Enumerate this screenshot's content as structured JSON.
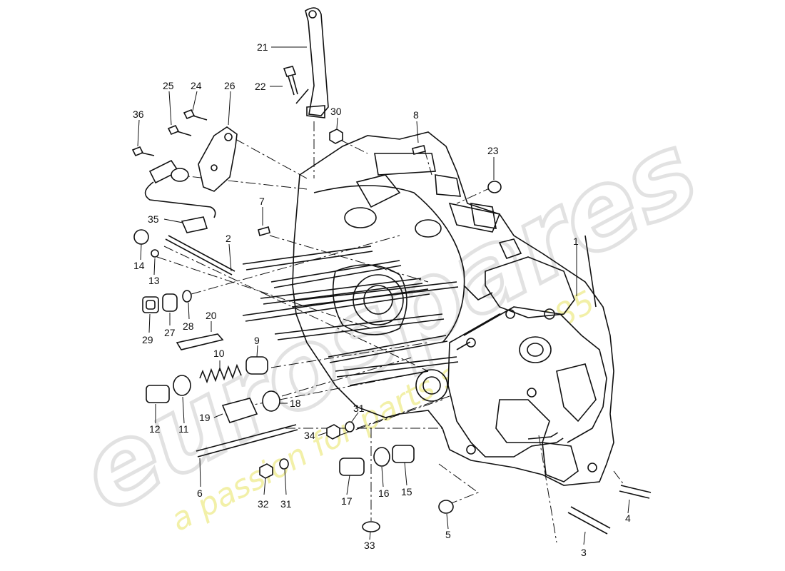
{
  "watermark": {
    "brand": "eurospares",
    "tagline": "a passion for parts since 1985",
    "brand_color": "#e2e2e2",
    "tagline_color": "#f2f0a8"
  },
  "callouts": {
    "c1": "1",
    "c2": "2",
    "c3": "3",
    "c4": "4",
    "c5": "5",
    "c6": "6",
    "c7": "7",
    "c8": "8",
    "c9": "9",
    "c10": "10",
    "c11": "11",
    "c12": "12",
    "c13": "13",
    "c14": "14",
    "c15": "15",
    "c16": "16",
    "c17": "17",
    "c18": "18",
    "c19": "19",
    "c20": "20",
    "c21": "21",
    "c22": "22",
    "c23": "23",
    "c24": "24",
    "c25": "25",
    "c26": "26",
    "c27": "27",
    "c28": "28",
    "c29": "29",
    "c30": "30",
    "c31a": "31",
    "c31b": "31",
    "c32": "32",
    "c33": "33",
    "c34": "34",
    "c35": "35",
    "c36": "36"
  }
}
